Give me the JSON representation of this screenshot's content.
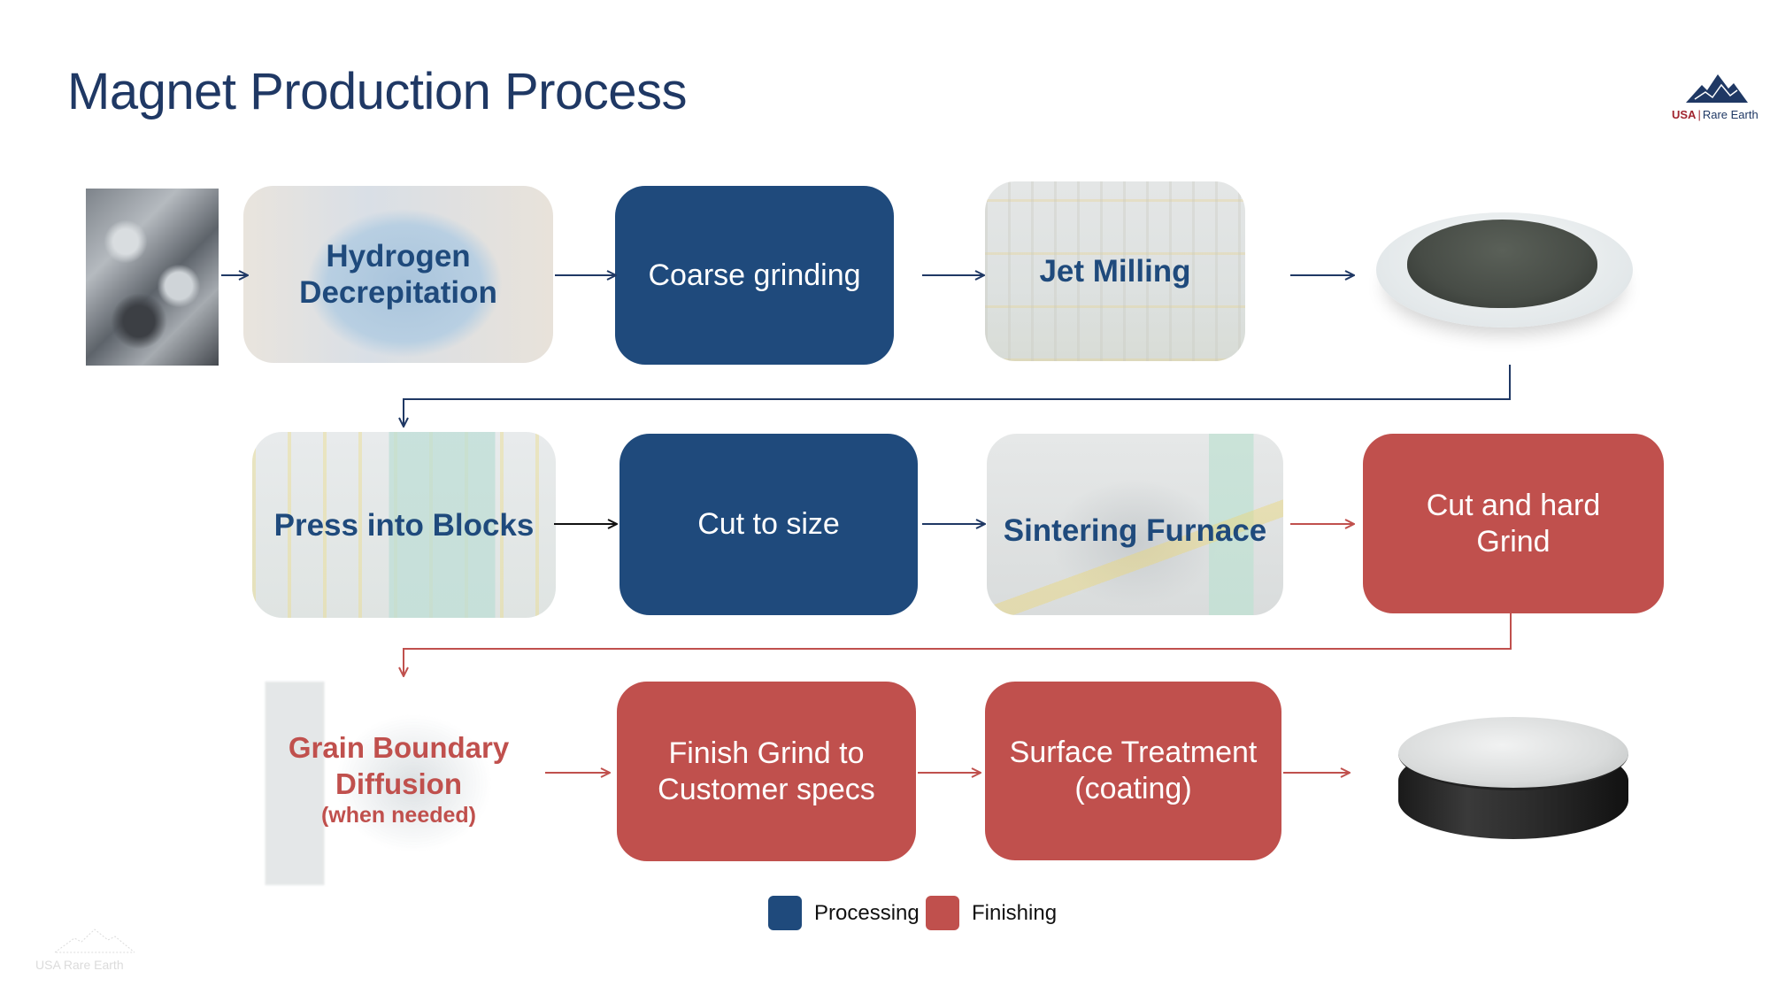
{
  "title": "Magnet Production Process",
  "logo": {
    "brand_left": "USA",
    "brand_right": "Rare Earth",
    "icon": "mountain-logo-icon"
  },
  "colors": {
    "processing": "#1f4a7c",
    "finishing": "#c0504d",
    "title": "#1f3864"
  },
  "row1": {
    "input_image": "rare-earth-alloy-image",
    "hydrogen": {
      "line1": "Hydrogen",
      "line2": "Decrepitation"
    },
    "coarse": "Coarse grinding",
    "jet": "Jet Milling",
    "output_image": "magnet-powder-bowl-image"
  },
  "row2": {
    "press": "Press into Blocks",
    "cut": "Cut to size",
    "sinter": "Sintering Furnace",
    "cut_grind": {
      "line1": "Cut and hard",
      "line2": "Grind"
    }
  },
  "row3": {
    "gbd": {
      "line1": "Grain Boundary",
      "line2": "Diffusion",
      "sub": "(when needed)"
    },
    "finish": {
      "line1": "Finish Grind to",
      "line2": "Customer specs"
    },
    "surface": {
      "line1": "Surface Treatment",
      "line2": "(coating)"
    },
    "output_image": "finished-magnet-disc-image"
  },
  "legend": [
    {
      "label": "Processing",
      "color": "#1f4a7c"
    },
    {
      "label": "Finishing",
      "color": "#c0504d"
    }
  ],
  "watermark": {
    "text": "USA Rare Earth"
  }
}
